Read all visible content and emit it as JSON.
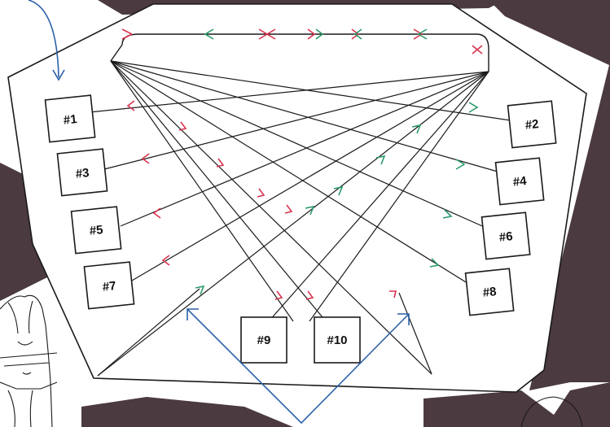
{
  "diagram": {
    "kind": "hand-drawn string-art routing sketch",
    "colors": {
      "paper": "#ffffff",
      "backdrop": "#4b3a40",
      "line": "#1a1a1a",
      "red_arrow": "#d8344f",
      "green_arrow": "#2b9a6a",
      "blue_pointer": "#2a5fa8"
    },
    "boxes": [
      {
        "id": "1",
        "label": "#1",
        "side": "left"
      },
      {
        "id": "2",
        "label": "#2",
        "side": "right"
      },
      {
        "id": "3",
        "label": "#3",
        "side": "left"
      },
      {
        "id": "4",
        "label": "#4",
        "side": "right"
      },
      {
        "id": "5",
        "label": "#5",
        "side": "left"
      },
      {
        "id": "6",
        "label": "#6",
        "side": "right"
      },
      {
        "id": "7",
        "label": "#7",
        "side": "left"
      },
      {
        "id": "8",
        "label": "#8",
        "side": "right"
      },
      {
        "id": "9",
        "label": "#9",
        "side": "bottom"
      },
      {
        "id": "10",
        "label": "#10",
        "side": "bottom"
      }
    ],
    "hubs": [
      "top-left-hub",
      "top-right-hub"
    ],
    "pointers": [
      "top-left-arrow",
      "bottom-v-arrows"
    ]
  }
}
